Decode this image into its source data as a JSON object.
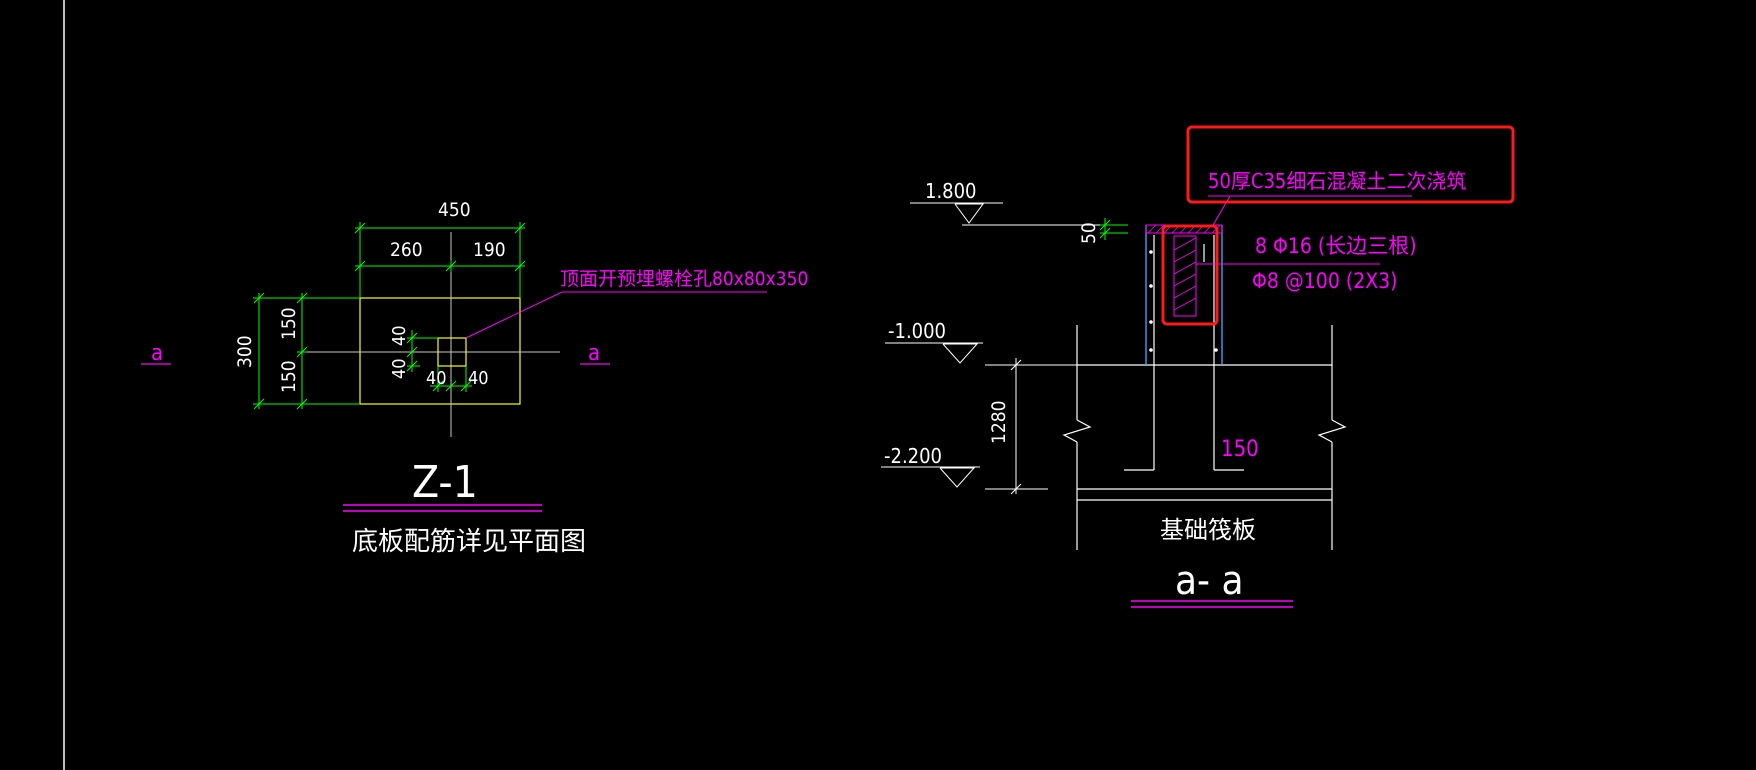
{
  "colors": {
    "background": "#000000",
    "dimension": "#00ff00",
    "outline": "#ffff00",
    "annotation": "#ff00ff",
    "linework": "#ffffff",
    "column": "#3aa0ff",
    "highlight": "#ff1a1a"
  },
  "plan": {
    "dim_total_width": "450",
    "dim_left": "260",
    "dim_right": "190",
    "dim_total_height": "300",
    "dim_top": "150",
    "dim_bottom": "150",
    "dim_hole_up": "40",
    "dim_hole_down": "40",
    "dim_hole_left": "40",
    "dim_hole_right": "40",
    "note_hole": "顶面开预埋螺栓孔80x80x350",
    "section_mark_left": "a",
    "section_mark_right": "a",
    "title": "Z-1",
    "subtitle": "底板配筋详见平面图"
  },
  "section": {
    "elev_top": "1.800",
    "elev_mid": "-1.000",
    "elev_bottom": "-2.200",
    "dim_50": "50",
    "dim_1280": "1280",
    "dim_150": "150",
    "note_grout": "50厚C35细石混凝土二次浇筑",
    "rebar_main": "8 Φ16 (长边三根)",
    "rebar_stirrup": "Φ8 @100 (2X3)",
    "raft_label": "基础筏板",
    "title": "a- a"
  }
}
